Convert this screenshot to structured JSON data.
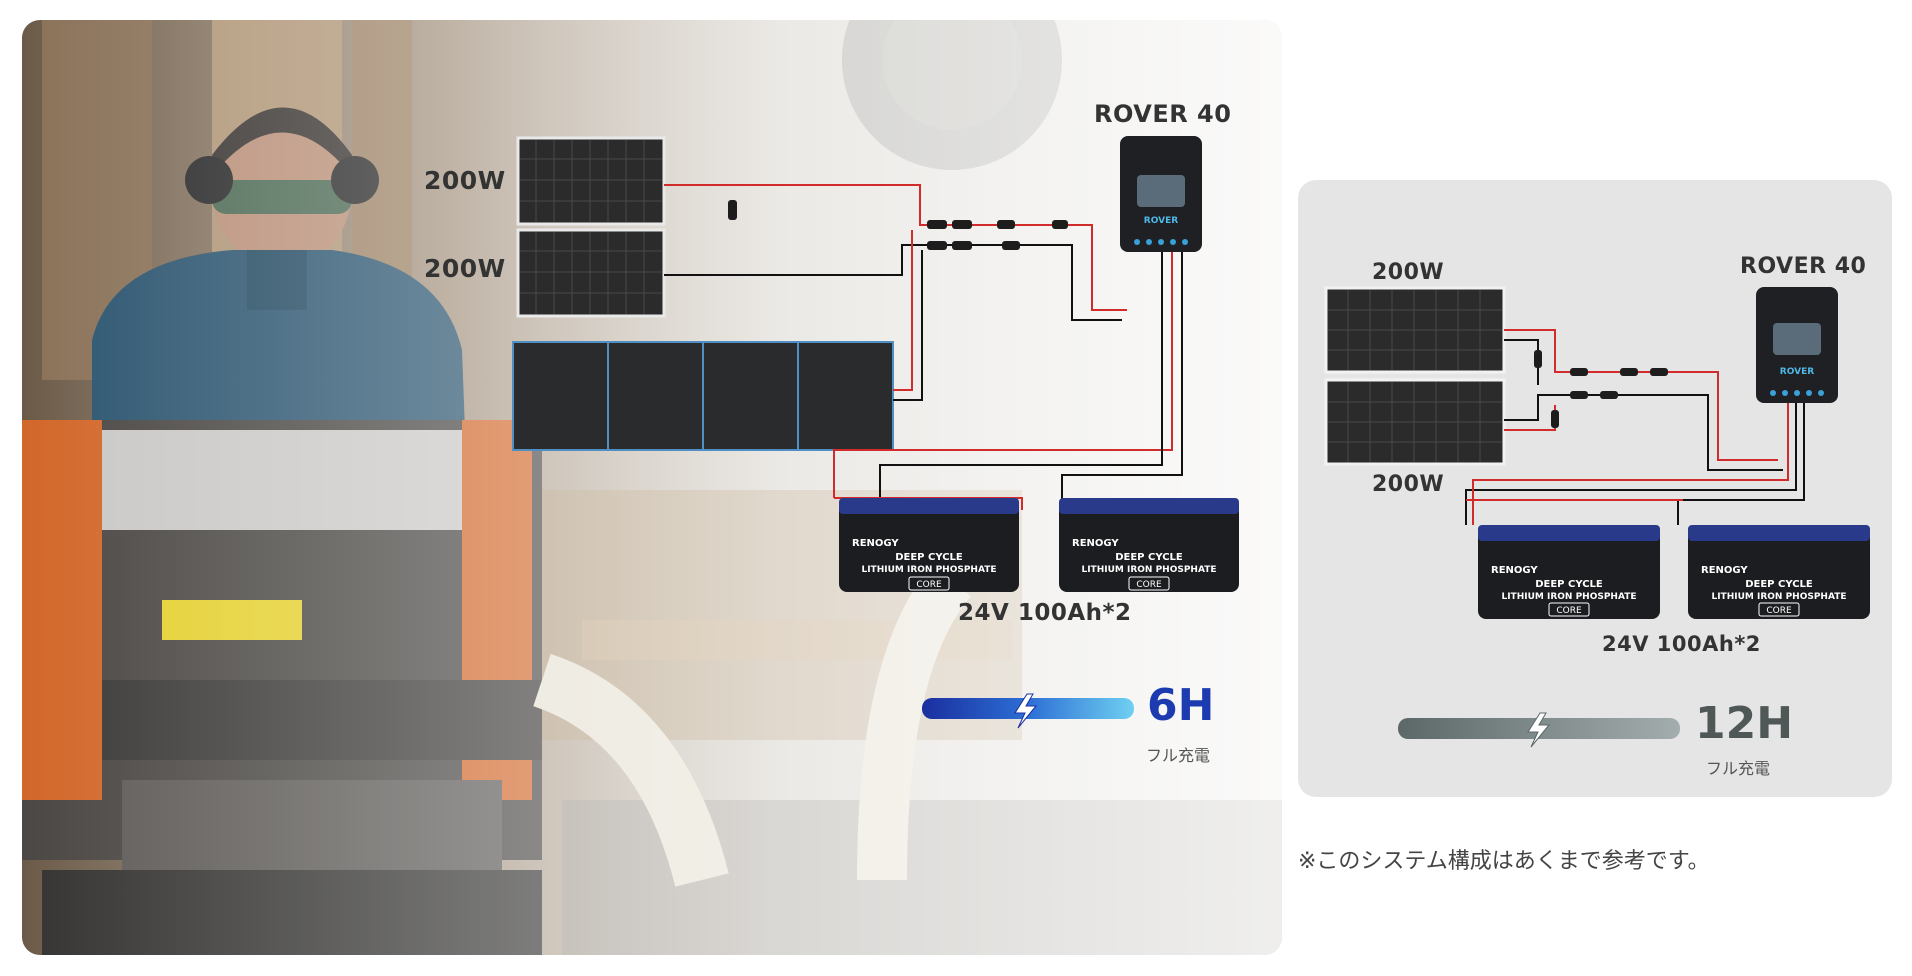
{
  "left_setup": {
    "panel_label_1": "200W",
    "panel_label_2": "200W",
    "controller_label": "ROVER 40",
    "battery_label": "24V 100Ah*2",
    "charge_time": "6H",
    "charge_caption": "フル充電",
    "bar_color": "#1f3fae",
    "time_color": "#1d3bb0"
  },
  "right_setup": {
    "panel_label_1": "200W",
    "panel_label_2": "200W",
    "controller_label": "ROVER 40",
    "battery_label": "24V 100Ah*2",
    "charge_time": "12H",
    "charge_caption": "フル充電",
    "bar_color": "#5f6b6b",
    "time_color": "#4f5757"
  },
  "battery": {
    "brand": "RENOGY",
    "line1": "DEEP CYCLE",
    "line2": "LITHIUM IRON PHOSPHATE",
    "badge": "CORE"
  },
  "controller_brand": "ROVER",
  "footnote": "※このシステム構成はあくまで参考です。",
  "icons": [
    "lightning-icon"
  ]
}
